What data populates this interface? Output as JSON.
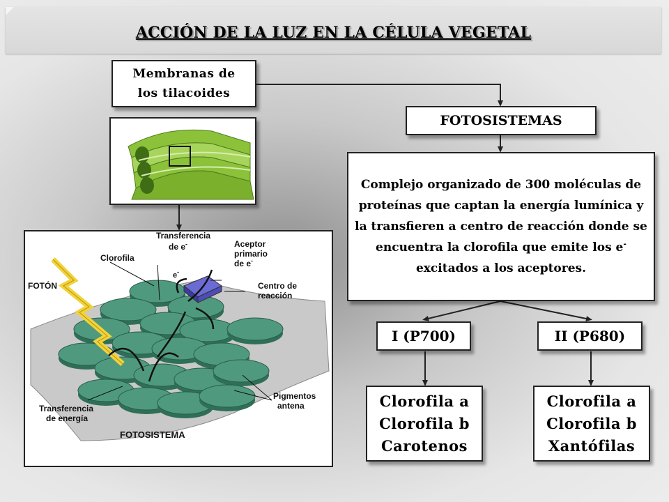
{
  "title": "ACCIÓN DE LA LUZ EN LA CÉLULA VEGETAL",
  "membranas": {
    "line1": "Membranas de",
    "line2": "los tilacoides"
  },
  "fotosistemas": "FOTOSISTEMAS",
  "complejo": {
    "before": "Complejo organizado de 300 moléculas de proteínas que captan la energía lumínica y la transfieren a centro de reacción donde se encuentra la clorofila que emite los e",
    "sup": "-",
    "after": " excitados a los aceptores."
  },
  "photosystems": [
    {
      "label": "I (P700)",
      "pigments": [
        "Clorofila a",
        "Clorofila b",
        "Carotenos"
      ]
    },
    {
      "label": "II (P680)",
      "pigments": [
        "Clorofila a",
        "Clorofila b",
        "Xantófilas"
      ]
    }
  ],
  "figure": {
    "transferencia_e": [
      "Transferencia",
      "de e"
    ],
    "aceptor": [
      "Aceptor",
      "primario",
      "de e"
    ],
    "clorofila": "Clorofila",
    "foton": "FOTÓN",
    "electron": "e",
    "centro": [
      "Centro de",
      "reacción"
    ],
    "transferencia_energia": [
      "Transferencia",
      "de energía"
    ],
    "pigmentos": [
      "Pigmentos",
      "antena"
    ],
    "fotosistema": "FOTOSISTEMA"
  },
  "colors": {
    "leaf_green": "#8cc23a",
    "disc_green": "#4f9a7e",
    "membrane_gray": "#c9c9c9"
  }
}
